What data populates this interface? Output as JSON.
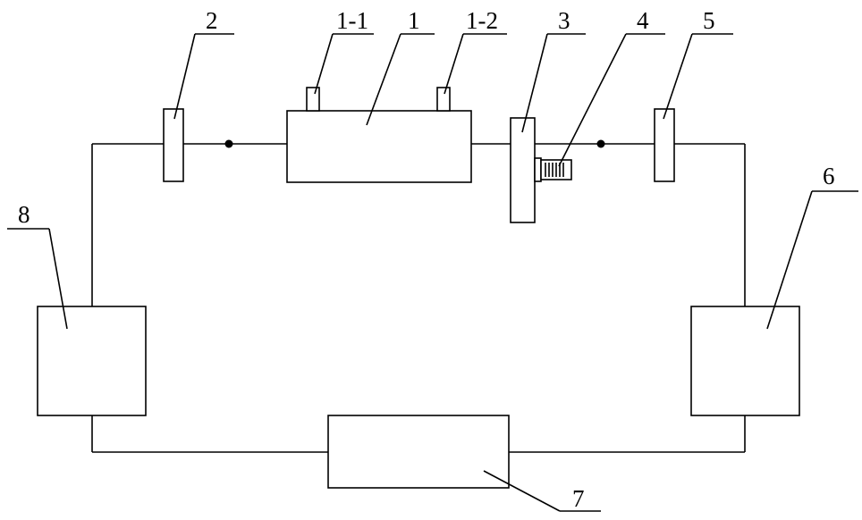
{
  "labels": {
    "c1": "1",
    "c1_1": "1-1",
    "c1_2": "1-2",
    "c2": "2",
    "c3": "3",
    "c4": "4",
    "c5": "5",
    "c6": "6",
    "c7": "7",
    "c8": "8"
  }
}
